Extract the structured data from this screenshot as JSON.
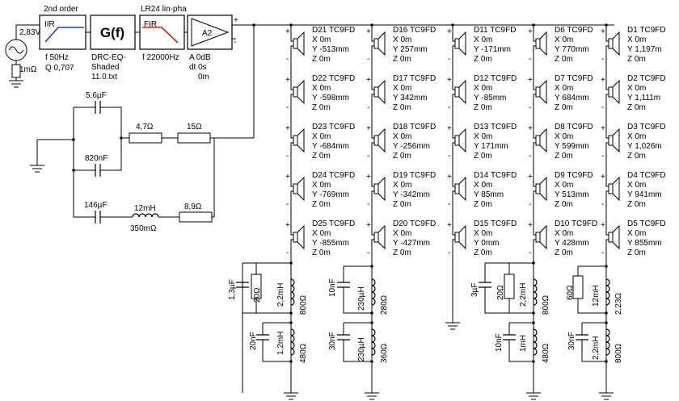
{
  "source": {
    "voltage": "2,83V",
    "resistance": "1mΩ"
  },
  "chain": {
    "iir": {
      "header": "2nd order",
      "tag": "IIR",
      "f": "f   50Hz",
      "q": "Q  0,707"
    },
    "geq": {
      "symbol": "G(f)",
      "line1": "DRC-EQ-",
      "line2": "Shaded",
      "line3": "11.0.txt"
    },
    "fir": {
      "header": "LR24 lin-pha",
      "tag": "FIR",
      "f": "f   22000Hz"
    },
    "amp": {
      "tag": "A2",
      "a": "A   0dB",
      "dt": "dt 0s",
      "ms": "0m"
    }
  },
  "zobel": {
    "c1": "5,6µF",
    "c2": "820nF",
    "c3": "146µF",
    "r1": "4,7Ω",
    "r2": "15Ω",
    "l1": "12mH",
    "l1r": "350mΩ",
    "r3": "8,9Ω"
  },
  "drivers": [
    [
      {
        "name": "D21 TC9FD",
        "x": "X 0m",
        "y": "Y -513mm",
        "z": "Z 0m"
      },
      {
        "name": "D22 TC9FD",
        "x": "X 0m",
        "y": "Y -598mm",
        "z": "Z 0m"
      },
      {
        "name": "D23 TC9FD",
        "x": "X 0m",
        "y": "Y -684mm",
        "z": "Z 0m"
      },
      {
        "name": "D24 TC9FD",
        "x": "X 0m",
        "y": "Y -769mm",
        "z": "Z 0m"
      },
      {
        "name": "D25 TC9FD",
        "x": "X 0m",
        "y": "Y -855mm",
        "z": "Z 0m"
      }
    ],
    [
      {
        "name": "D16 TC9FD",
        "x": "X 0m",
        "y": "Y 257mm",
        "z": "Z 0m"
      },
      {
        "name": "D17 TC9FD",
        "x": "X 0m",
        "y": "Y 342mm",
        "z": "Z 0m"
      },
      {
        "name": "D18 TC9FD",
        "x": "X 0m",
        "y": "Y -256mm",
        "z": "Z 0m"
      },
      {
        "name": "D19 TC9FD",
        "x": "X 0m",
        "y": "Y -342mm",
        "z": "Z 0m"
      },
      {
        "name": "D20 TC9FD",
        "x": "X 0m",
        "y": "Y -427mm",
        "z": "Z 0m"
      }
    ],
    [
      {
        "name": "D11 TC9FD",
        "x": "X 0m",
        "y": "Y -171mm",
        "z": "Z 0m"
      },
      {
        "name": "D12 TC9FD",
        "x": "X 0m",
        "y": "Y -85mm",
        "z": "Z 0m"
      },
      {
        "name": "D13 TC9FD",
        "x": "X 0m",
        "y": "Y 171mm",
        "z": "Z 0m"
      },
      {
        "name": "D14 TC9FD",
        "x": "X 0m",
        "y": "Y 85mm",
        "z": "Z 0m"
      },
      {
        "name": "D15 TC9FD",
        "x": "X 0m",
        "y": "Y 0mm",
        "z": "Z 0m"
      }
    ],
    [
      {
        "name": "D6 TC9FD",
        "x": "X 0m",
        "y": "Y 770mm",
        "z": "Z 0m"
      },
      {
        "name": "D7 TC9FD",
        "x": "X 0m",
        "y": "Y 684mm",
        "z": "Z 0m"
      },
      {
        "name": "D8 TC9FD",
        "x": "X 0m",
        "y": "Y 599mm",
        "z": "Z 0m"
      },
      {
        "name": "D9 TC9FD",
        "x": "X 0m",
        "y": "Y 513mm",
        "z": "Z 0m"
      },
      {
        "name": "D10 TC9FD",
        "x": "X 0m",
        "y": "Y 428mm",
        "z": "Z 0m"
      }
    ],
    [
      {
        "name": "D1 TC9FD",
        "x": "X 0m",
        "y": "Y 1,197m",
        "z": "Z 0m"
      },
      {
        "name": "D2 TC9FD",
        "x": "X 0m",
        "y": "Y 1,111m",
        "z": "Z 0m"
      },
      {
        "name": "D3 TC9FD",
        "x": "X 0m",
        "y": "Y 1,026m",
        "z": "Z 0m"
      },
      {
        "name": "D4 TC9FD",
        "x": "X 0m",
        "y": "Y 941mm",
        "z": "Z 0m"
      },
      {
        "name": "D5 TC9FD",
        "x": "X 0m",
        "y": "Y 855mm",
        "z": "Z 0m"
      }
    ]
  ],
  "networks": {
    "n1": {
      "c1": "1,3µF",
      "r1": "20Ω",
      "l1": "2,2mH",
      "l1r": "800Ω",
      "c2": "20nF",
      "l2": "1,2mH",
      "l2r": "480Ω"
    },
    "n2": {
      "c1": "10nF",
      "l1": "230µH",
      "l1r": "280Ω",
      "c2": "30nF",
      "l2": "230µH",
      "l2r": "360Ω"
    },
    "n4": {
      "c1": "3µF",
      "r1": "20Ω",
      "l1": "2,2mH",
      "l1r": "800Ω",
      "c2": "10nF",
      "l2": "1mH",
      "l2r": "480Ω"
    },
    "n5": {
      "r1": "60Ω",
      "l1": "12mH",
      "l1r": "2,23Ω",
      "c2": "30nF",
      "l2": "2,2mH",
      "l2r": "800Ω"
    }
  }
}
